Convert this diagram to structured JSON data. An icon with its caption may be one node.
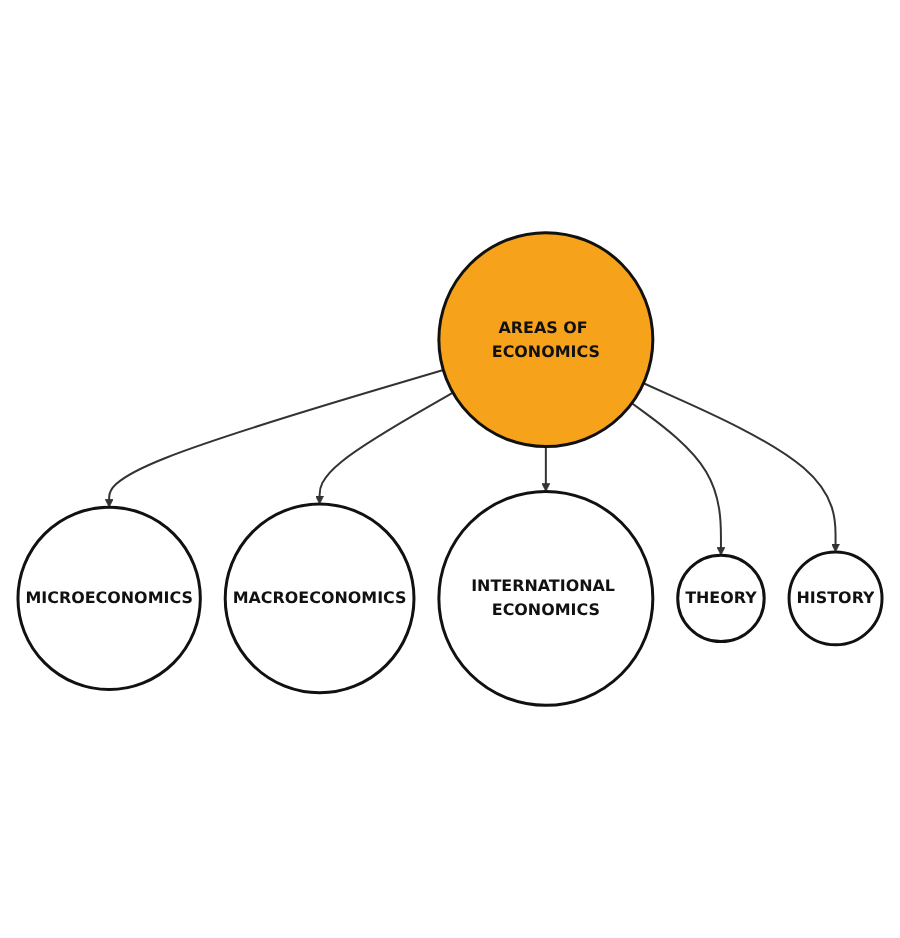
{
  "diagram": {
    "nodes": [
      {
        "text": [
          "AREAS OF ECONOMICS"
        ]
      },
      {
        "text": [
          "MICROECONOMICS"
        ]
      },
      {
        "text": [
          "MACROECONOMICS"
        ]
      },
      {
        "text": [
          "INTERNATIONAL ECONOMICS"
        ]
      },
      {
        "text": [
          "THEORY"
        ]
      },
      {
        "text": [
          "HISTORY"
        ]
      }
    ],
    "edges": [
      {
        "from": 0,
        "to": 1,
        "arrow": "to"
      },
      {
        "from": 0,
        "to": 2,
        "arrow": "to"
      },
      {
        "from": 0,
        "to": 3,
        "arrow": "to"
      },
      {
        "from": 0,
        "to": 4,
        "arrow": "to"
      },
      {
        "from": 0,
        "to": 5,
        "arrow": "to"
      }
    ]
  }
}
